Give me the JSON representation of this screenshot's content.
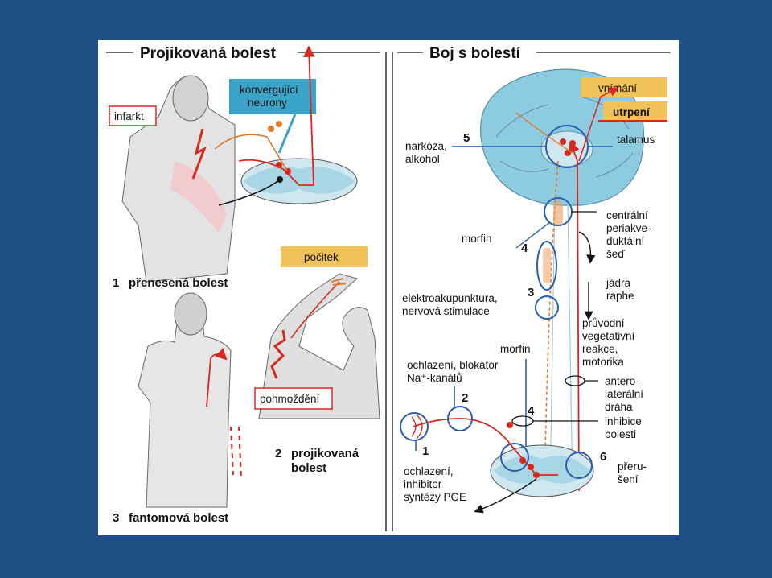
{
  "left": {
    "title": "Projikovaná bolest",
    "labels": {
      "infarkt": "infarkt",
      "konvergujici": [
        "konvergující",
        "neurony"
      ],
      "pocitek": "počitek",
      "pohmozdeni": "pohmoždění"
    },
    "captions": {
      "c1_num": "1",
      "c1_text": "přenesená bolest",
      "c2_num": "2",
      "c2_text": [
        "projikovaná",
        "bolest"
      ],
      "c3_num": "3",
      "c3_text": "fantomová bolest"
    }
  },
  "right": {
    "title": "Boj s bolestí",
    "labels": {
      "vnimani": "vnímání",
      "utrpeni": "utrpení",
      "talamus": "talamus",
      "narkoza": [
        "narkóza,",
        "alkohol"
      ],
      "morfin_top": "morfin",
      "centralni": [
        "centrální",
        "periakve-",
        "duktální",
        "šeď"
      ],
      "jadra": [
        "jádra",
        "raphe"
      ],
      "elektro": [
        "elektroakupunktura,",
        "nervová stimulace"
      ],
      "pruvodni": [
        "průvodní",
        "vegetativní",
        "reakce,",
        "motorika"
      ],
      "morfin_mid": "morfin",
      "ochlazeni_blok": [
        "ochlazení, blokátor",
        "Na⁺-kanálů"
      ],
      "antero": [
        "antero-",
        "laterální",
        "dráha"
      ],
      "inhibice": [
        "inhibice",
        "bolesti"
      ],
      "ochlazeni_inh": [
        "ochlazení,",
        "inhibitor",
        "syntézy PGE"
      ],
      "preruseni": [
        "přeru-",
        "šení"
      ]
    },
    "numbers": {
      "n1": "1",
      "n2": "2",
      "n3": "3",
      "n4a": "4",
      "n4b": "4",
      "n5": "5",
      "n6": "6"
    }
  },
  "colors": {
    "background": "#1f4e85",
    "panel": "#ffffff",
    "label_box": "#f0c35a",
    "pathway_red": "#d8281e",
    "pathway_orange": "#e07a2a",
    "circle_blue": "#2a5db0",
    "spinal_cyan": "#a9d6e5",
    "brain_cyan": "#8ccbe0",
    "line_blue": "#1f56a8"
  }
}
